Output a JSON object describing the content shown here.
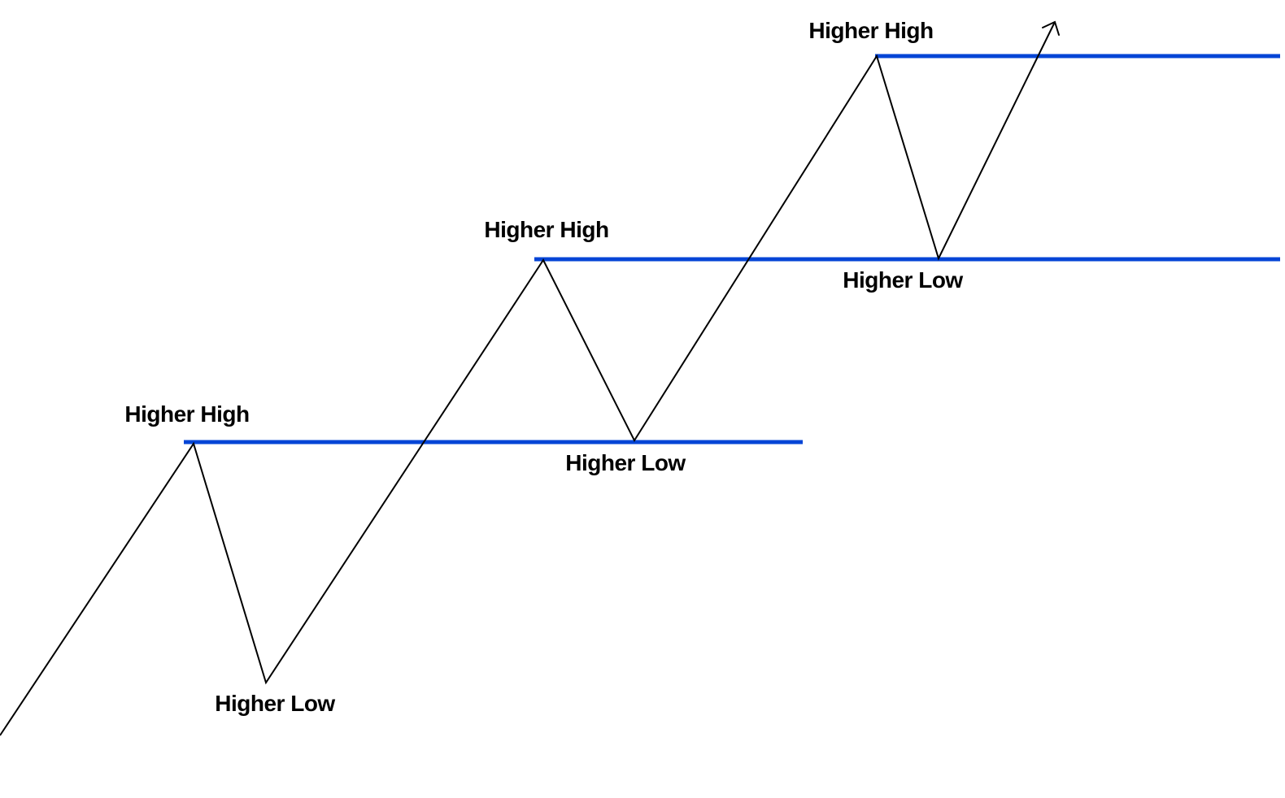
{
  "page": {
    "background_color": "#ffffff"
  },
  "diagram": {
    "trend_line_color": "#000000",
    "level_line_color": "#0545d6",
    "label_color": "#000000",
    "labels": {
      "hh1": "Higher High",
      "hl1": "Higher Low",
      "hh2": "Higher High",
      "hl2": "Higher Low",
      "hh3": "Higher High",
      "hl3": "Higher Low"
    }
  }
}
